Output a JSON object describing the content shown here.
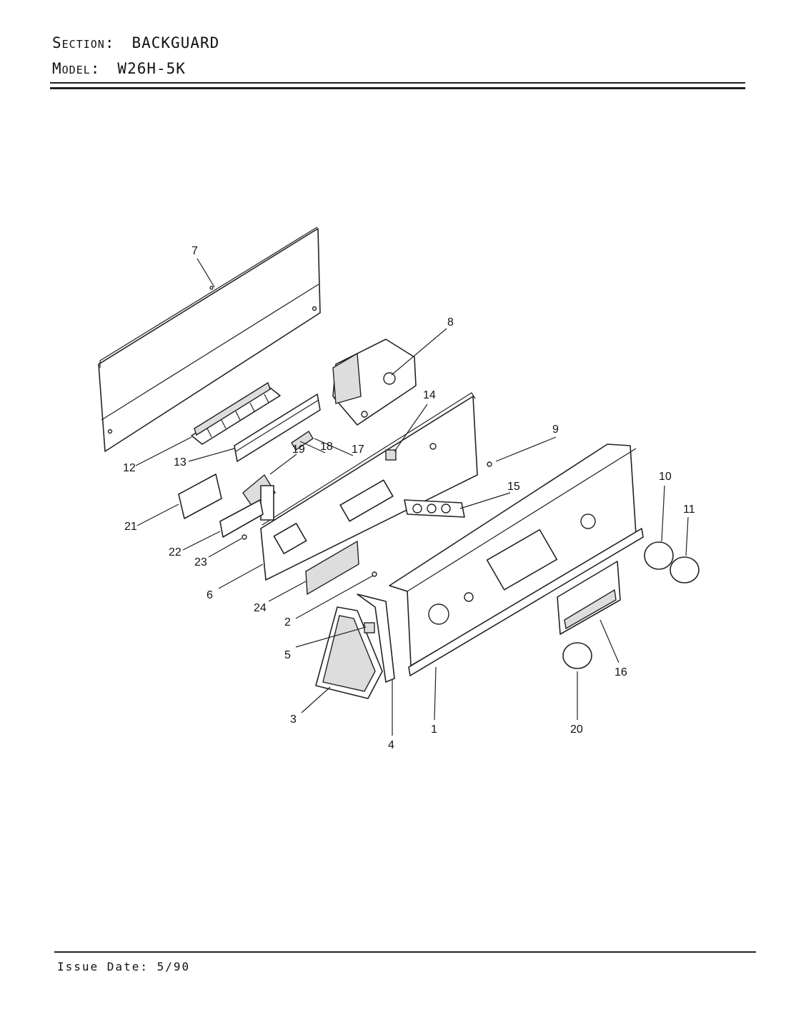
{
  "header": {
    "section_key": "Section:",
    "section_value": "BACKGUARD",
    "model_key": "Model:",
    "model_value": "W26H-5K"
  },
  "footer": {
    "issue_date": "Issue Date: 5/90"
  },
  "callouts": [
    "1",
    "2",
    "3",
    "4",
    "5",
    "6",
    "7",
    "8",
    "9",
    "10",
    "11",
    "12",
    "13",
    "14",
    "15",
    "16",
    "17",
    "18",
    "19",
    "20",
    "21",
    "22",
    "23",
    "24"
  ]
}
